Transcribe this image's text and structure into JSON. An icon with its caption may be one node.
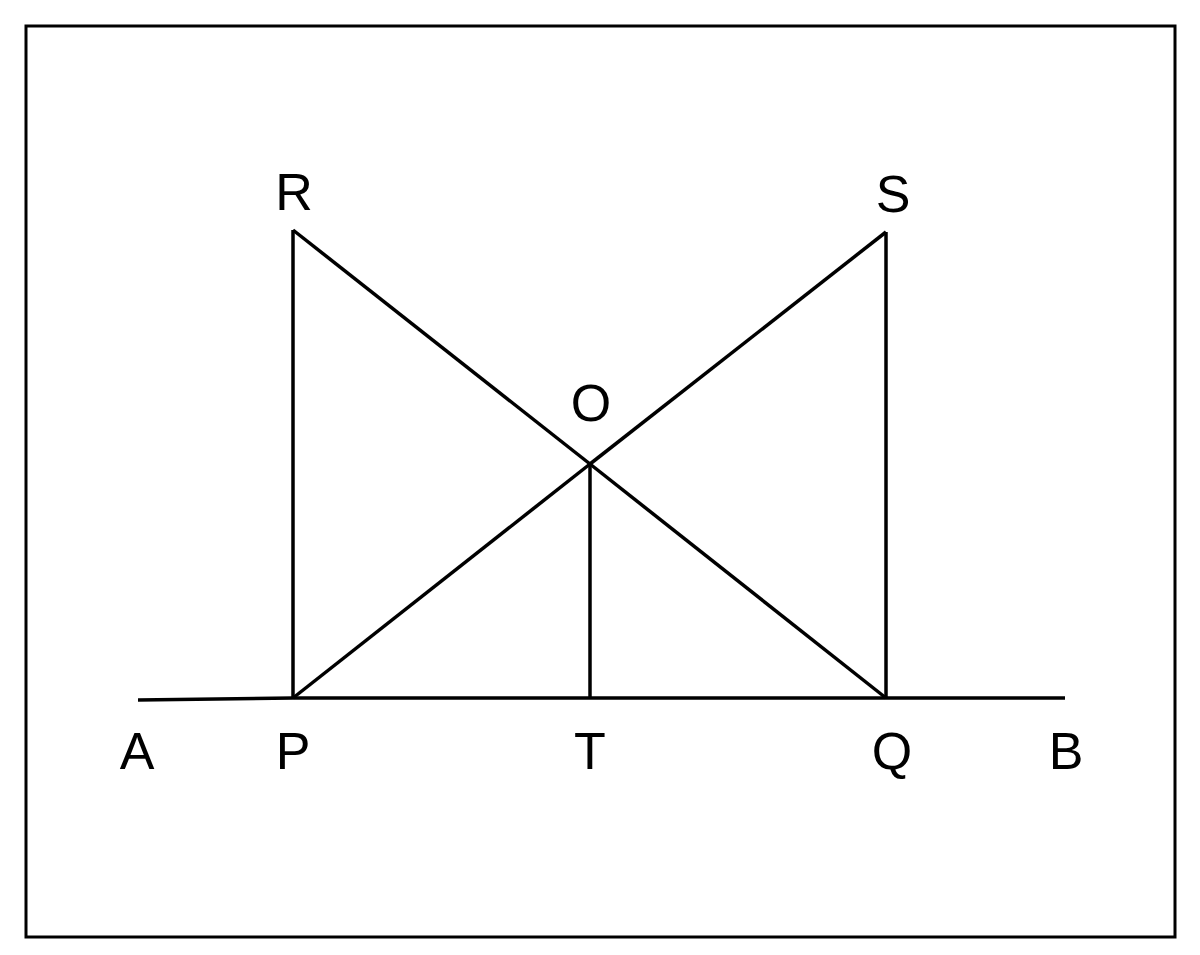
{
  "diagram": {
    "nodes": [
      {
        "text": [
          "R"
        ]
      },
      {
        "text": [
          "S"
        ]
      },
      {
        "text": [
          "O"
        ]
      },
      {
        "text": [
          "A"
        ]
      },
      {
        "text": [
          "P"
        ]
      },
      {
        "text": [
          "T"
        ]
      },
      {
        "text": [
          "Q"
        ]
      },
      {
        "text": [
          "B"
        ]
      }
    ],
    "edges": [
      {
        "from": 3,
        "to": 4,
        "arrow": "none"
      },
      {
        "from": 4,
        "to": 5,
        "arrow": "none"
      },
      {
        "from": 5,
        "to": 6,
        "arrow": "none"
      },
      {
        "from": 6,
        "to": 7,
        "arrow": "none"
      },
      {
        "from": 4,
        "to": 0,
        "arrow": "none"
      },
      {
        "from": 0,
        "to": 2,
        "arrow": "none"
      },
      {
        "from": 2,
        "to": 6,
        "arrow": "none"
      },
      {
        "from": 4,
        "to": 2,
        "arrow": "none"
      },
      {
        "from": 2,
        "to": 1,
        "arrow": "none"
      },
      {
        "from": 1,
        "to": 6,
        "arrow": "none"
      },
      {
        "from": 2,
        "to": 5,
        "arrow": "none"
      }
    ]
  }
}
